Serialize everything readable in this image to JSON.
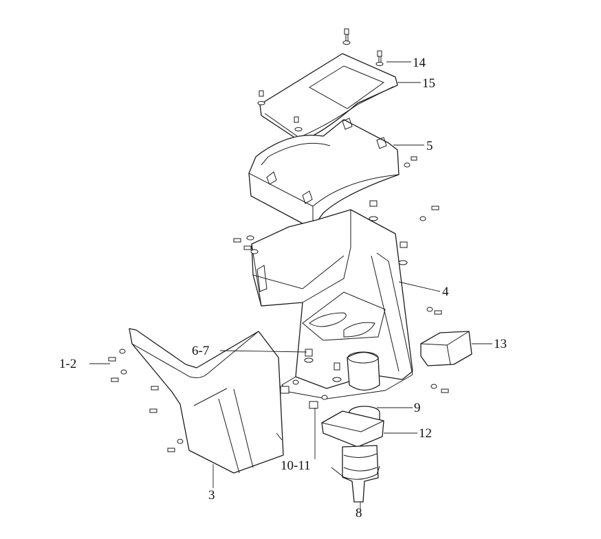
{
  "callouts": {
    "c1_2": "1-2",
    "c3": "3",
    "c4": "4",
    "c5": "5",
    "c6_7": "6-7",
    "c8": "8",
    "c9": "9",
    "c10_11": "10-11",
    "c12": "12",
    "c13": "13",
    "c14": "14",
    "c15": "15"
  },
  "colors": {
    "line": "#1a1a1a",
    "background": "#ffffff"
  },
  "icons": {
    "fastener": "hex-bolt-icon",
    "washer": "washer-icon"
  }
}
